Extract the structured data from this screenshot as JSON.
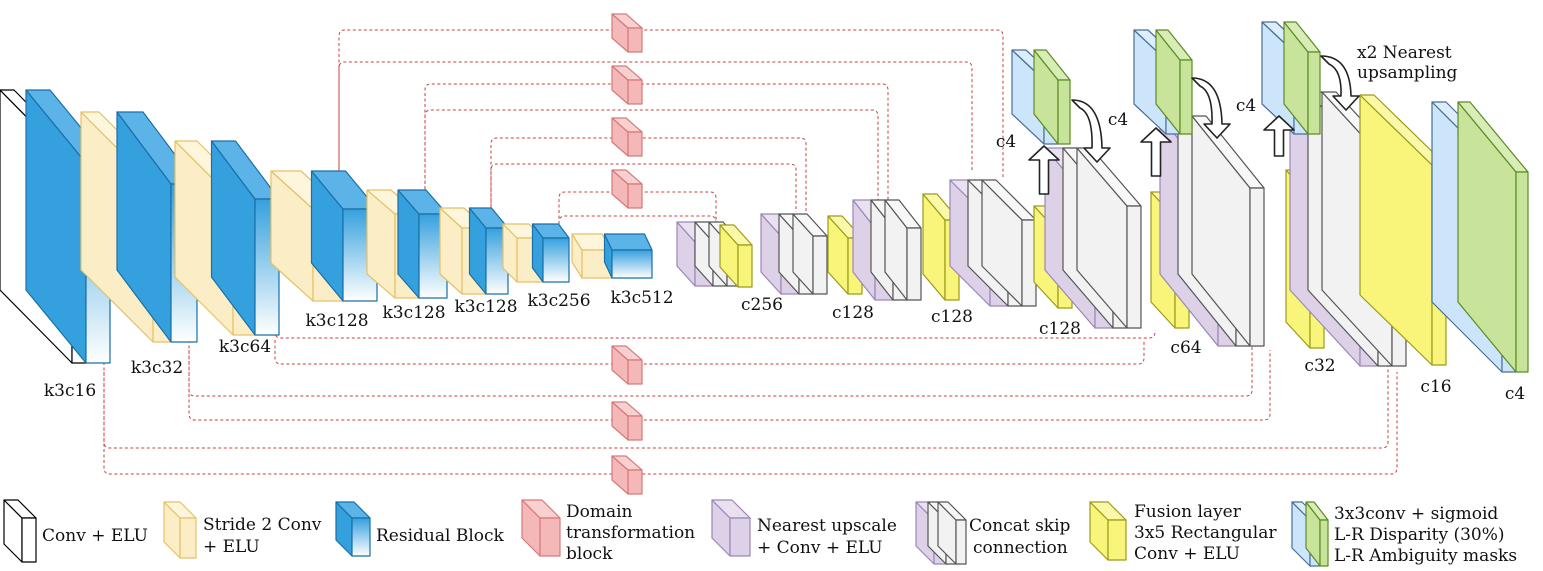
{
  "colors": {
    "conv": "#ffffff",
    "stride": "#fbeec6",
    "residual": "#35a0de",
    "domain": "#f5b8b8",
    "upscale": "#ddd1e8",
    "concat": "#f2f2f2",
    "fusion": "#f8f57a",
    "output_blue": "#cde5fa",
    "output_green": "#c8e49a",
    "skip_line": "#c9423f"
  },
  "encoder_labels": [
    "k3c16",
    "k3c32",
    "k3c64",
    "k3c128",
    "k3c128",
    "k3c128",
    "k3c256",
    "k3c512"
  ],
  "decoder_labels": [
    "c256",
    "c128",
    "c128",
    "c128",
    "c64",
    "c32",
    "c16",
    "c4"
  ],
  "side_output_labels": [
    "c4",
    "c4",
    "c4"
  ],
  "upsample_note": [
    "x2 Nearest",
    "upsampling"
  ],
  "legend": {
    "conv": [
      "Conv + ELU"
    ],
    "stride": [
      "Stride 2 Conv",
      "+ ELU"
    ],
    "residual": [
      "Residual Block"
    ],
    "domain": [
      "Domain",
      "transformation",
      "block"
    ],
    "upscale": [
      "Nearest upscale",
      "+ Conv + ELU"
    ],
    "concat": [
      "Concat skip",
      "connection"
    ],
    "fusion": [
      "Fusion layer",
      "3x5 Rectangular",
      "Conv + ELU"
    ],
    "output": [
      "3x3conv + sigmoid",
      "L-R Disparity (30%)",
      "L-R Ambiguity masks"
    ]
  }
}
